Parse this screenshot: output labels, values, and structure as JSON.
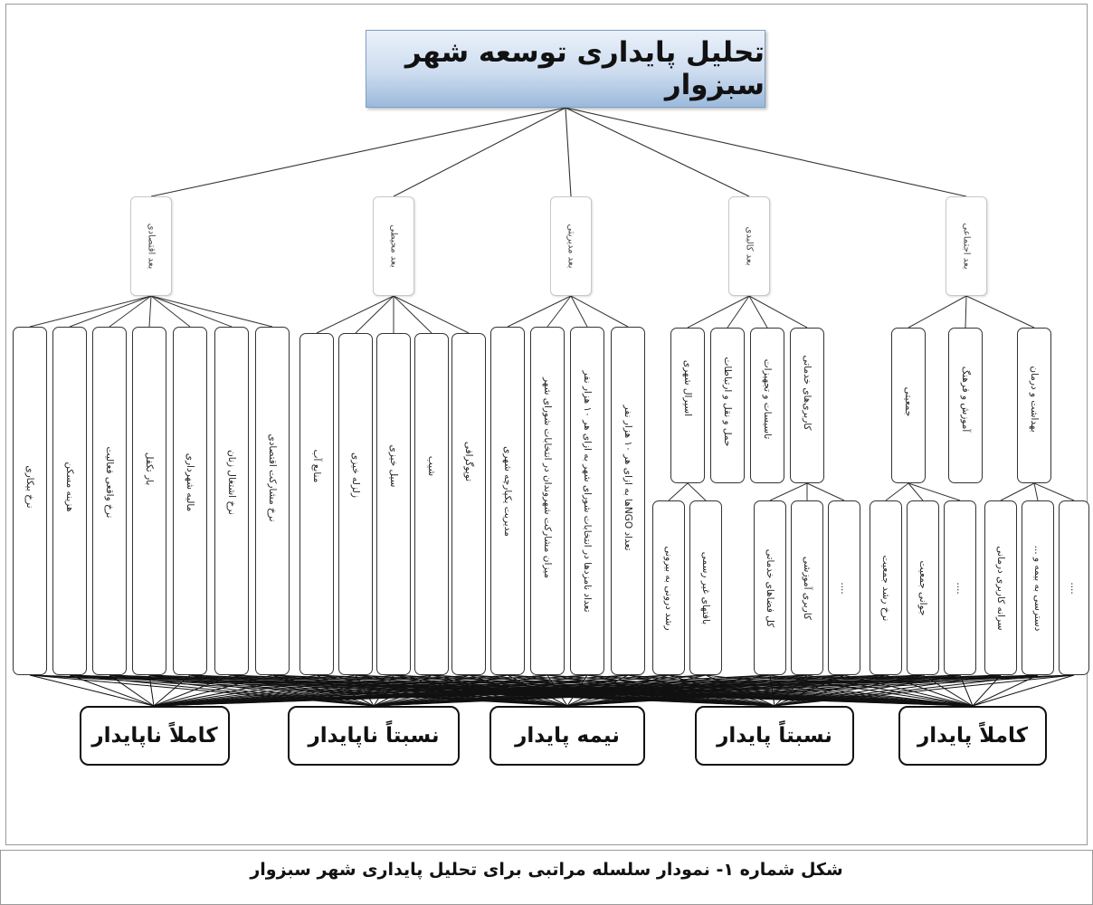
{
  "title": "تحلیل پایداری توسعه شهر سبزوار",
  "dimensions": [
    {
      "key": "economic",
      "label": "بعد اقتصادی"
    },
    {
      "key": "environmental",
      "label": "بعد محیطی"
    },
    {
      "key": "management",
      "label": "بعد مدیریتی"
    },
    {
      "key": "physical",
      "label": "بعد کالبدی"
    },
    {
      "key": "social",
      "label": "بعد اجتماعی"
    }
  ],
  "indicators": [
    {
      "key": "unemployment",
      "label": "نرخ بیکاری"
    },
    {
      "key": "housing-cost",
      "label": "هزینه مسکن"
    },
    {
      "key": "activity-rate",
      "label": "نرخ واقعی فعالیت"
    },
    {
      "key": "dependency",
      "label": "بار تکفل"
    },
    {
      "key": "municipal-finance",
      "label": "مالیه شهرداری"
    },
    {
      "key": "women-employment",
      "label": "نرخ اشتغال زنان"
    },
    {
      "key": "economic-participation",
      "label": "نرخ مشارکت اقتصادی"
    },
    {
      "key": "water",
      "label": "منابع آب"
    },
    {
      "key": "earthquake",
      "label": "زلزله خیزی"
    },
    {
      "key": "flood",
      "label": "سیل خیزی"
    },
    {
      "key": "slope",
      "label": "شیب"
    },
    {
      "key": "topography",
      "label": "توپوگرافی"
    },
    {
      "key": "integrated-management",
      "label": "مدیریت یکپارچه شهری"
    },
    {
      "key": "participation",
      "label": "میزان مشارکت شهروندان در انتخابات شورای شهر"
    },
    {
      "key": "candidates",
      "label": "تعداد نامزدها در انتخابات شورای شهر به ازای هر ۱۰ هزار نفر"
    },
    {
      "key": "ngos",
      "label": "تعداد NGOها به ازای هر ۱۰ هزار نفر"
    },
    {
      "key": "urban-sprawl",
      "label": "اسپرال شهری"
    },
    {
      "key": "transport",
      "label": "حمل و نقل و ارتباطات"
    },
    {
      "key": "facilities",
      "label": "تاسیسات و تجهیزات"
    },
    {
      "key": "service-uses",
      "label": "کاربری‌های خدماتی"
    },
    {
      "key": "population",
      "label": "جمعیتی"
    },
    {
      "key": "education",
      "label": "آموزش و فرهنگ"
    },
    {
      "key": "health",
      "label": "بهداشت و درمان"
    }
  ],
  "sub_indicators": [
    {
      "key": "inward-growth",
      "label": "رشد درونی به بیرونی"
    },
    {
      "key": "informal-fabric",
      "label": "بافتهای غیر رسمی"
    },
    {
      "key": "service-areas",
      "label": "کل فضاهای خدماتی"
    },
    {
      "key": "education-use",
      "label": "کاربری آموزشی"
    },
    {
      "key": "service-more",
      "label": "...."
    },
    {
      "key": "growth-rate",
      "label": "نرخ رشد جمعیت"
    },
    {
      "key": "youth",
      "label": "جوانی جمعیت"
    },
    {
      "key": "population-more",
      "label": "...."
    },
    {
      "key": "health-per-capita",
      "label": "سرانه کاربری درمانی"
    },
    {
      "key": "insurance-access",
      "label": "دسترسی به بیمه و ..."
    },
    {
      "key": "health-more",
      "label": "...."
    }
  ],
  "outcomes": [
    {
      "key": "completely-unsustainable",
      "label": "کاملاً ناپایدار"
    },
    {
      "key": "relatively-unsustainable",
      "label": "نسبتاً ناپایدار"
    },
    {
      "key": "semi-sustainable",
      "label": "نیمه پایدار"
    },
    {
      "key": "relatively-sustainable",
      "label": "نسبتاً پایدار"
    },
    {
      "key": "completely-sustainable",
      "label": "کاملاً پایدار"
    }
  ],
  "caption": "شکل شماره ۱- نمودار سلسله مراتبی برای تحلیل پایداری شهر سبزوار"
}
